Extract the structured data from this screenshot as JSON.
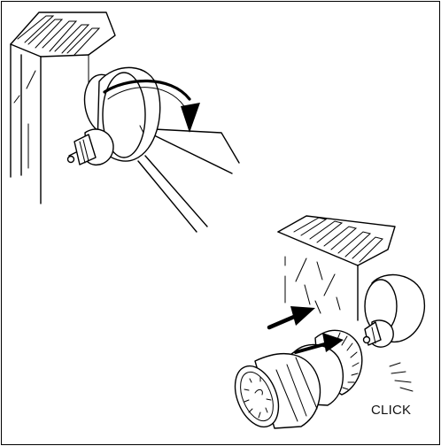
{
  "steps": [
    {
      "id": "remove-cap"
    },
    {
      "id": "click-on-head"
    }
  ],
  "labels": {
    "click": "CLICK"
  },
  "colors": {
    "line": "#000000",
    "background": "#ffffff"
  }
}
